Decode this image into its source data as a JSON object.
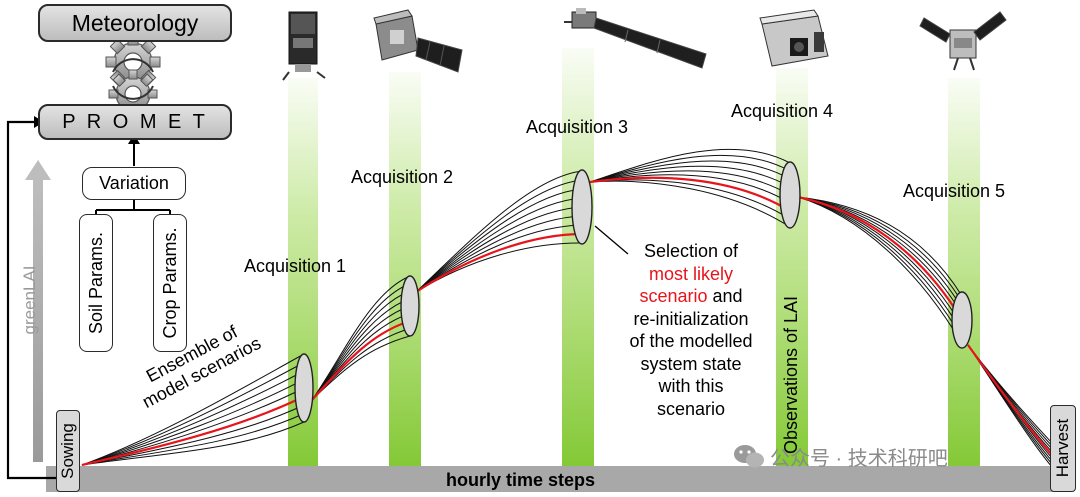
{
  "labels": {
    "meteorology": "Meteorology",
    "promet": "P R O M E T",
    "variation": "Variation",
    "soil_params": "Soil Params.",
    "crop_params": "Crop Params.",
    "y_axis": "greenLAI",
    "x_axis": "hourly time steps",
    "sowing": "Sowing",
    "harvest": "Harvest",
    "ensemble_line1": "Ensemble of",
    "ensemble_line2": "model scenarios",
    "observations": "Observations of LAI",
    "acquisitions": [
      "Acquisition 1",
      "Acquisition 2",
      "Acquisition 3",
      "Acquisition 4",
      "Acquisition 5"
    ],
    "selection": {
      "line1": "Selection of",
      "line2_highlight": "most likely",
      "line3_highlight": "scenario",
      "line3_rest": " and",
      "line4": "re-initialization",
      "line5": "of the modelled",
      "line6": "system state",
      "line7": "with this",
      "line8": "scenario"
    },
    "watermark": "公众号 · 技术科研吧"
  },
  "colors": {
    "best_scenario": "#e8141c",
    "ensemble": "#111111",
    "beam": "#8fd13a",
    "axis_gray": "#9a9a9a",
    "baseline": "#a8a8a8",
    "highlight_text": "#e8141c"
  },
  "icons": [
    "satellite-1-icon",
    "satellite-2-icon",
    "satellite-3-icon",
    "satellite-4-icon",
    "satellite-5-icon",
    "gear-icon",
    "wechat-icon"
  ]
}
